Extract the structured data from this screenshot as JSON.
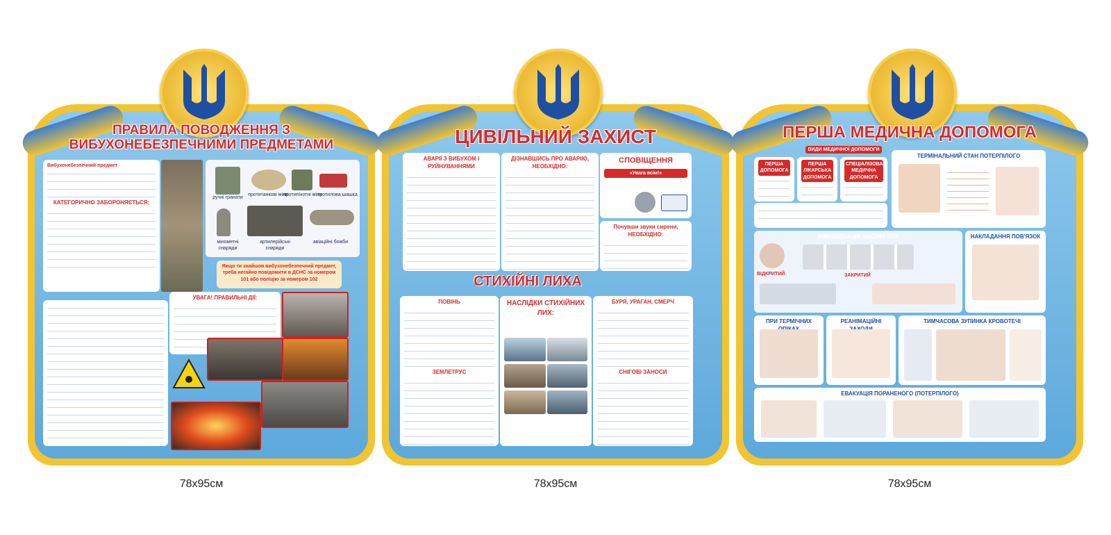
{
  "stands": [
    {
      "title_line1": "ПРАВИЛА ПОВОДЖЕННЯ З",
      "title_line2": "ВИБУХОНЕБЕЗПЕЧНИМИ ПРЕДМЕТАМИ",
      "intro_title": "Вибухонебезпечний предмет",
      "forbidden_title": "КАТЕГОРИЧНО ЗАБОРОНЯЄТЬСЯ:",
      "warning_title": "УВАГА! ПРАВИЛЬНІ ДІЇ:",
      "call_text": "Якщо ти знайшов вибухонебезпечний предмет, треба негайно повідомити в ДСНС за номером 101 або поліцію за номером 102",
      "photo_captions": [
        "ручні гранати",
        "протитанкові міни",
        "протипіхотні міни",
        "тротилова шашка",
        "мінометні снаряди",
        "артилерійські снаряди",
        "авіаційні бомби"
      ],
      "size": "78х95см"
    },
    {
      "title": "ЦИВІЛЬНИЙ ЗАХИСТ",
      "box1_title": "АВАРІЇ З ВИБУХОМ І РУЙНУВАННЯМИ",
      "box2_title": "ДІЗНАВШИСЬ ПРО АВАРІЮ, НЕОБХІДНО:",
      "notify_title": "СПОВІЩЕННЯ",
      "siren_text": "«Увага всім!»",
      "heard_title": "Почувши звуки сирени, НЕОБХІДНО:",
      "disasters_title": "СТИХІЙНІ ЛИХА",
      "flood_title": "ПОВІНЬ",
      "quake_title": "ЗЕМЛЕТРУС",
      "effects_title": "НАСЛІДКИ СТИХІЙНИХ ЛИХ:",
      "storm_title": "БУРЯ, УРАГАН, СМЕРЧ",
      "snow_title": "СНІГОВІ ЗАНОСИ",
      "size": "78х95см"
    },
    {
      "title": "ПЕРША МЕДИЧНА ДОПОМОГА",
      "types_title": "ВИДИ МЕДИЧНОЇ ДОПОМОГИ",
      "types": [
        "ПЕРША ДОПОМОГА",
        "ПЕРША ЛІКАРСЬКА ДОПОМОГА",
        "СПЕЦІАЛІЗОВАНА МЕДИЧНА ДОПОМОГА"
      ],
      "terminal_title": "ТЕРМІНАЛЬНИЙ СТАН ПОТЕРПІЛОГО",
      "immobil_title": "ІММОБІЛІЗАЦІЯ ЧАСТИН ТІЛА",
      "bandage_title": "НАКЛАДАННЯ ПОВ'ЯЗОК",
      "open_label": "ВІДКРИТИЙ",
      "closed_label": "ЗАКРИТИЙ",
      "burns_title": "ПРИ ТЕРМІЧНИХ ОПІКАХ",
      "resus_title": "РЕАНІМАЦІЙНІ ЗАХОДИ",
      "bleeding_title": "ТИМЧАСОВА ЗУПИНКА КРОВОТЕЧІ",
      "evac_title": "ЕВАКУАЦІЯ ПОРАНЕНОГО (ПОТЕРПІЛОГО)",
      "size": "78х95см"
    }
  ],
  "colors": {
    "red": "#d62a2a",
    "blue": "#5da9dc",
    "gold": "#f3c431"
  }
}
